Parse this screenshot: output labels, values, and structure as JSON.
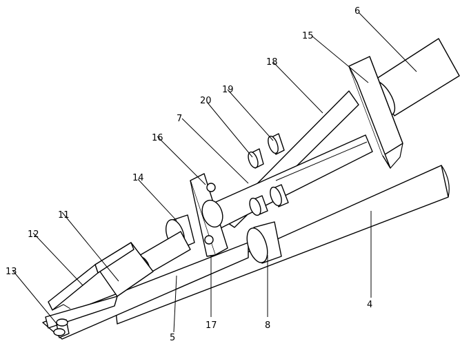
{
  "labels": {
    "l4": "4",
    "l5": "5",
    "l6": "6",
    "l7": "7",
    "l8": "8",
    "l11": "11",
    "l12": "12",
    "l13": "13",
    "l14": "14",
    "l15": "15",
    "l16": "16",
    "l17": "17",
    "l18": "18",
    "l19": "19",
    "l20": "20"
  }
}
